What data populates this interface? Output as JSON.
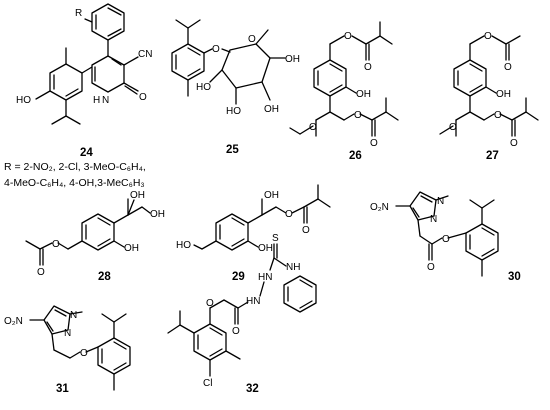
{
  "compounds": [
    {
      "id": "24",
      "labels": {
        "r": "R",
        "cn": "CN",
        "o": "O",
        "nh": "H",
        "n": "N",
        "ho": "HO"
      }
    },
    {
      "id": "25",
      "labels": {
        "o_link": "O",
        "o_ring": "O",
        "oh1": "OH",
        "ho1": "HO",
        "ho2": "HO",
        "oh2": "OH"
      }
    },
    {
      "id": "26",
      "labels": {
        "o1": "O",
        "o2": "O",
        "oh": "OH",
        "o3": "O",
        "o4": "O",
        "o5": "O"
      }
    },
    {
      "id": "27",
      "labels": {
        "o1": "O",
        "o2": "O",
        "oh": "OH",
        "o3": "O",
        "o4": "O",
        "o5": "O"
      }
    },
    {
      "id": "28",
      "labels": {
        "oh1": "OH",
        "oh2": "OH",
        "oh3": "OH",
        "o1": "O",
        "o2": "O"
      }
    },
    {
      "id": "29",
      "labels": {
        "oh1": "OH",
        "ho": "HO",
        "oh2": "OH",
        "o1": "O",
        "o2": "O"
      }
    },
    {
      "id": "30",
      "labels": {
        "o2n": "O₂N",
        "n1": "N",
        "n2": "N",
        "o1": "O",
        "o2": "O"
      }
    },
    {
      "id": "31",
      "labels": {
        "o2n": "O₂N",
        "n1": "N",
        "n2": "N",
        "o": "O"
      }
    },
    {
      "id": "32",
      "labels": {
        "s": "S",
        "hn1": "HN",
        "hn2": "HN",
        "nh": "NH",
        "o1": "O",
        "o2": "O",
        "cl": "Cl"
      }
    }
  ],
  "r_groups": {
    "line1": "R = 2-NO₂, 2-Cl, 3-MeO-C₆H₄,",
    "line2": "4-MeO-C₆H₄, 4-OH,3-MeC₆H₃"
  }
}
